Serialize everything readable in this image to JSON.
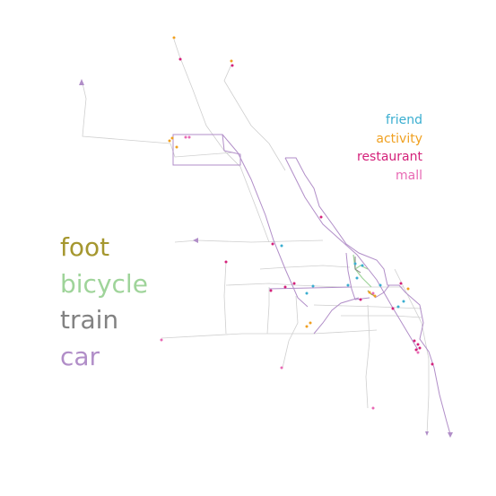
{
  "legend_places": [
    {
      "label": "friend",
      "color": "#3aaed0"
    },
    {
      "label": "activity",
      "color": "#f0a020"
    },
    {
      "label": "restaurant",
      "color": "#d4217a"
    },
    {
      "label": "mall",
      "color": "#e86ab4"
    }
  ],
  "legend_modes": [
    {
      "label": "foot",
      "color": "#a5972f"
    },
    {
      "label": "bicycle",
      "color": "#9fd49a"
    },
    {
      "label": "train",
      "color": "#828282"
    },
    {
      "label": "car",
      "color": "#b18ec8"
    }
  ]
}
